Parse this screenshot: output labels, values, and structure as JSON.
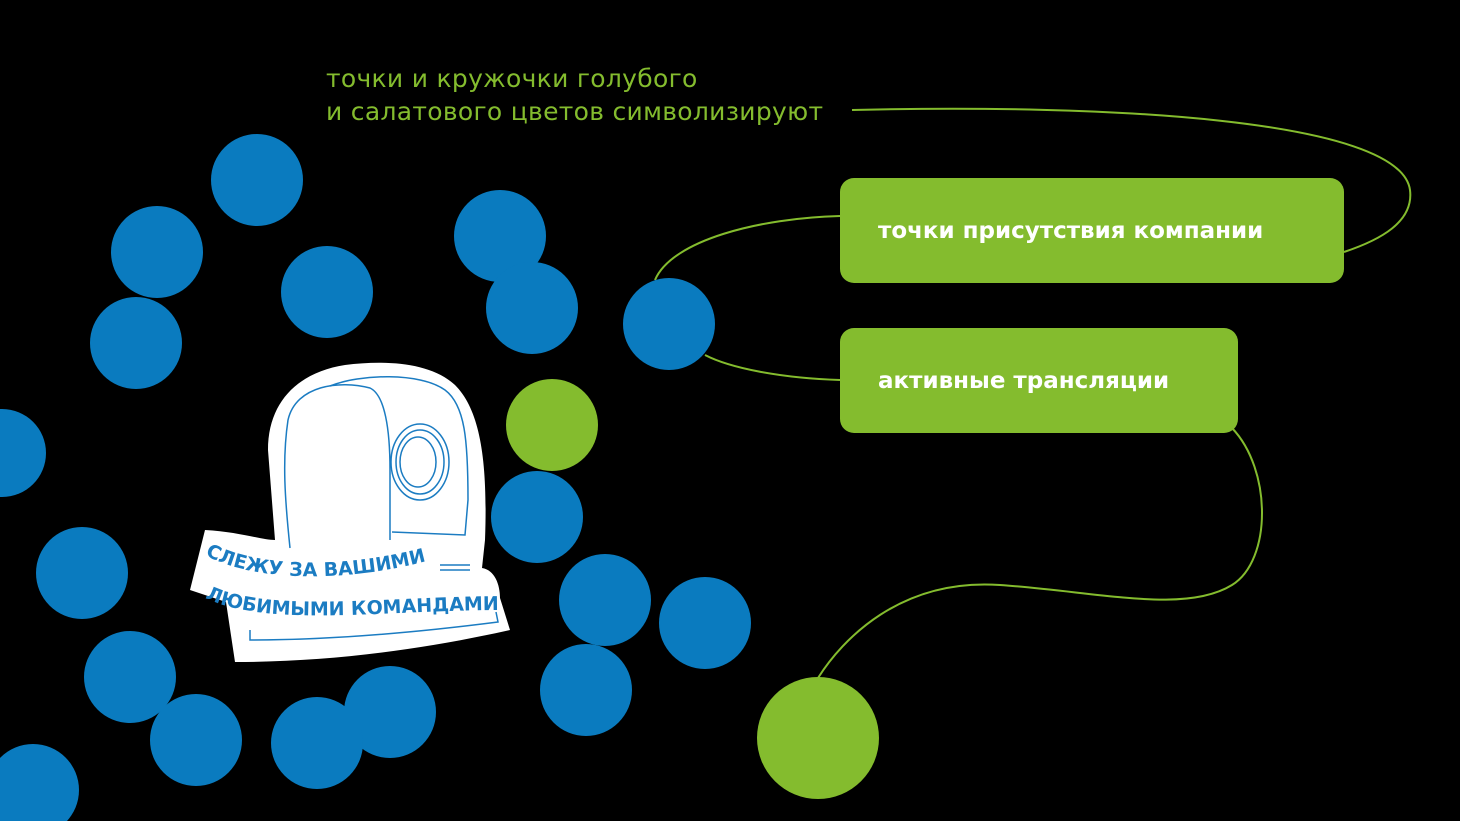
{
  "caption": {
    "line1": "точки и кружочки голубого",
    "line2": "и салатового цветов символизируют"
  },
  "legend": {
    "blue_meaning": "точки присутствия компании",
    "green_meaning": "активные трансляции"
  },
  "sticker": {
    "line1": "СЛЕЖУ ЗА ВАШИМИ",
    "line2": "ЛЮБИМЫМИ КОМАНДАМИ"
  },
  "colors": {
    "blue": "#0a7bbf",
    "green": "#84bc2e",
    "background": "#000000"
  }
}
